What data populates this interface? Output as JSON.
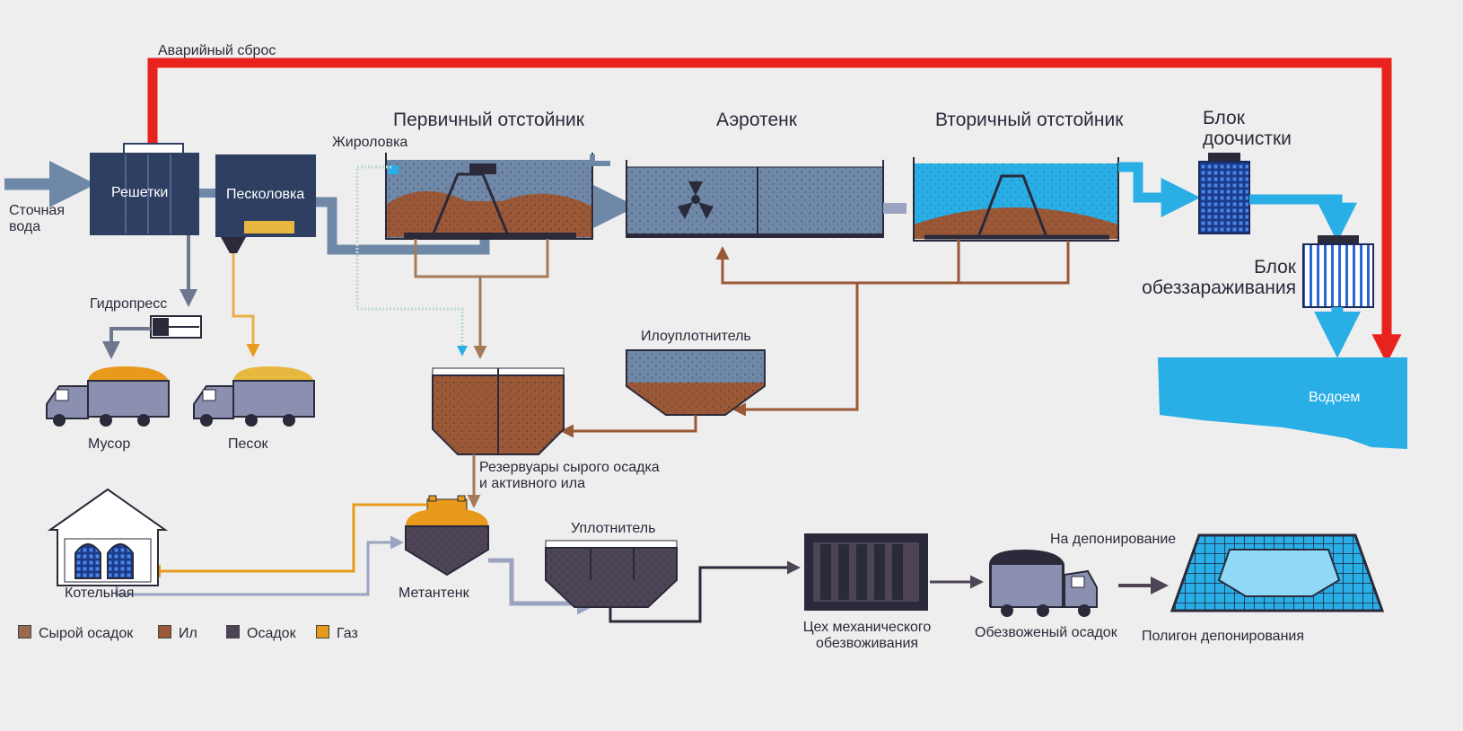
{
  "colors": {
    "water_gray": "#6f88a8",
    "water_light": "#2aaee6",
    "red_line": "#e8231e",
    "raw_sludge": "#9a6a4e",
    "sludge": "#9b5836",
    "dark_sludge": "#4d4456",
    "gas": "#e79a1c",
    "tank_dark": "#2e3f62",
    "background": "#eeeeee"
  },
  "labels": {
    "emergency": "Аварийный сброс",
    "inflow": "Сточная\nвода",
    "screens": "Решетки",
    "sand_trap": "Песколовка",
    "grease_trap": "Жироловка",
    "primary": "Первичный отстойник",
    "aerotank": "Аэротенк",
    "secondary": "Вторичный отстойник",
    "post_treatment": "Блок\nдоочистки",
    "disinfection": "Блок\nобеззараживания",
    "water_body": "Водоем",
    "hydropress": "Гидропресс",
    "garbage": "Мусор",
    "sand": "Песок",
    "sludge_thickener": "Илоуплотнитель",
    "reservoirs": "Резервуары сырого осадка\nи активного ила",
    "boiler": "Котельная",
    "digester": "Метантенк",
    "thickener": "Уплотнитель",
    "dewatering": "Цех механического\nобезвоживания",
    "dewatered": "Обезвоженый осадок",
    "to_landfill": "На депонирование",
    "landfill": "Полигон депонирования"
  },
  "legend": [
    {
      "label": "Сырой осадок",
      "color": "#9a6a4e"
    },
    {
      "label": "Ил",
      "color": "#9b5836"
    },
    {
      "label": "Осадок",
      "color": "#4d4456"
    },
    {
      "label": "Газ",
      "color": "#e79a1c"
    }
  ]
}
